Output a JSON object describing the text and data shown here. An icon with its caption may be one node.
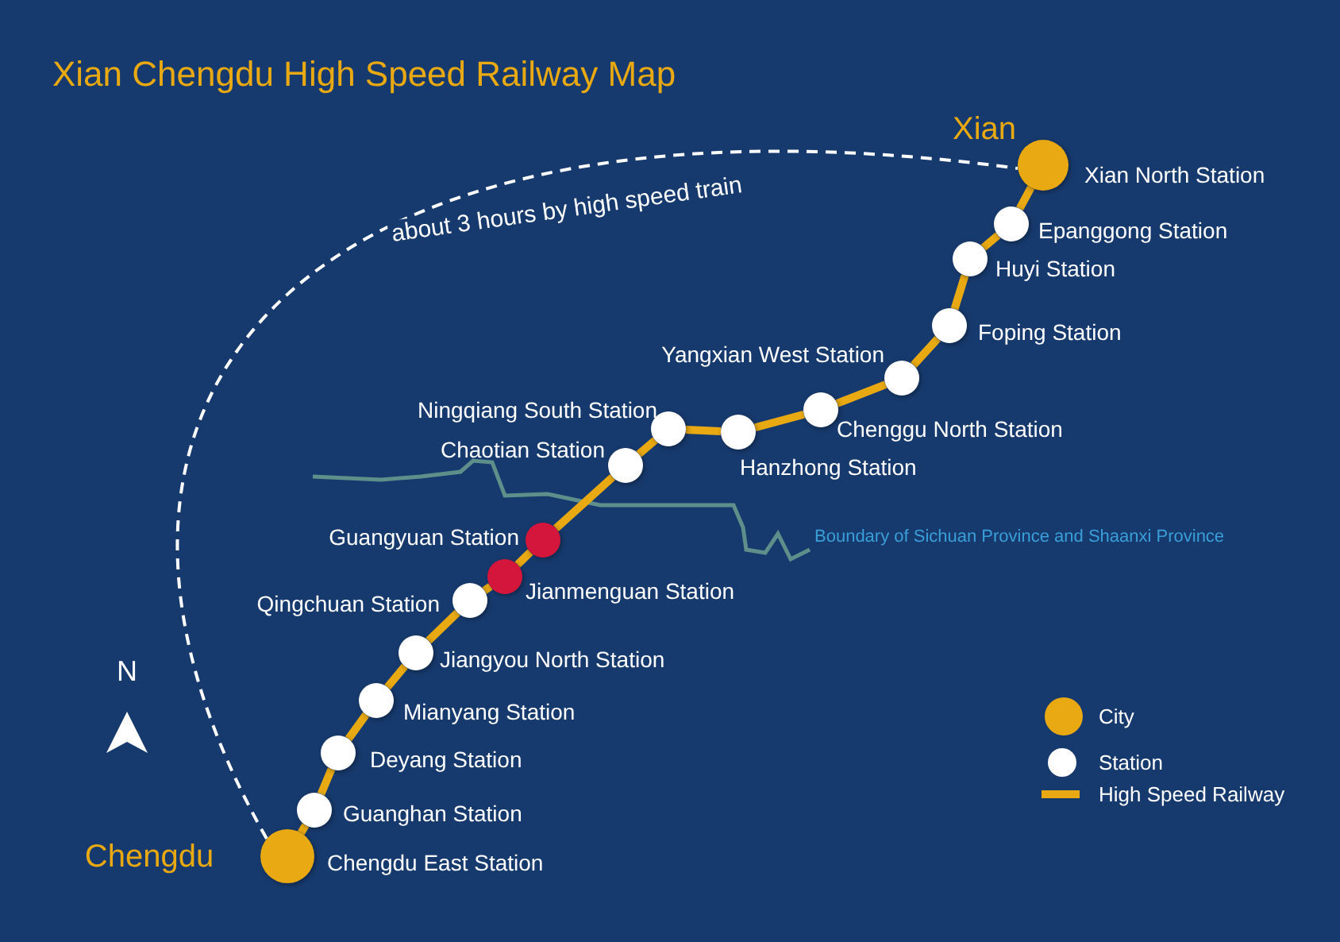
{
  "diagram": {
    "title": "Xian Chengdu High Speed Railway Map",
    "nodes": [
      {
        "text": [],
        "shape": "circle",
        "beside": [
          "Xian",
          "Xian North Station"
        ]
      },
      {
        "text": [],
        "shape": "circle",
        "beside": [
          "Epanggong Station"
        ]
      },
      {
        "text": [],
        "shape": "circle",
        "beside": [
          "Huyi Station"
        ]
      },
      {
        "text": [],
        "shape": "circle",
        "beside": [
          "Foping Station"
        ]
      },
      {
        "text": [],
        "shape": "circle",
        "beside": [
          "Yangxian West Station"
        ]
      },
      {
        "text": [],
        "shape": "circle",
        "beside": [
          "Chenggu North Station"
        ]
      },
      {
        "text": [],
        "shape": "circle",
        "beside": [
          "Hanzhong Station"
        ]
      },
      {
        "text": [],
        "shape": "circle",
        "beside": [
          "Ningqiang South Station"
        ]
      },
      {
        "text": [],
        "shape": "circle",
        "beside": [
          "Chaotian Station"
        ]
      },
      {
        "text": [],
        "shape": "circle",
        "beside": [
          "Guangyuan Station"
        ]
      },
      {
        "text": [],
        "shape": "circle",
        "beside": [
          "Jianmenguan Station"
        ]
      },
      {
        "text": [],
        "shape": "circle",
        "beside": [
          "Qingchuan Station"
        ]
      },
      {
        "text": [],
        "shape": "circle",
        "beside": [
          "Jiangyou North Station"
        ]
      },
      {
        "text": [],
        "shape": "circle",
        "beside": [
          "Mianyang Station"
        ]
      },
      {
        "text": [],
        "shape": "circle",
        "beside": [
          "Deyang Station"
        ]
      },
      {
        "text": [],
        "shape": "circle",
        "beside": [
          "Guanghan Station"
        ]
      },
      {
        "text": [],
        "shape": "circle",
        "beside": [
          "Chengdu",
          "Chengdu East Station"
        ]
      }
    ],
    "edges": [
      {
        "from": 0,
        "to": 1,
        "arrow": "none"
      },
      {
        "from": 1,
        "to": 2,
        "arrow": "none"
      },
      {
        "from": 2,
        "to": 3,
        "arrow": "none"
      },
      {
        "from": 3,
        "to": 4,
        "arrow": "none"
      },
      {
        "from": 4,
        "to": 5,
        "arrow": "none"
      },
      {
        "from": 5,
        "to": 6,
        "arrow": "none"
      },
      {
        "from": 6,
        "to": 7,
        "arrow": "none"
      },
      {
        "from": 7,
        "to": 8,
        "arrow": "none"
      },
      {
        "from": 8,
        "to": 9,
        "arrow": "none"
      },
      {
        "from": 9,
        "to": 10,
        "arrow": "none"
      },
      {
        "from": 10,
        "to": 11,
        "arrow": "none"
      },
      {
        "from": 11,
        "to": 12,
        "arrow": "none"
      },
      {
        "from": 12,
        "to": 13,
        "arrow": "none"
      },
      {
        "from": 13,
        "to": 14,
        "arrow": "none"
      },
      {
        "from": 14,
        "to": 15,
        "arrow": "none"
      },
      {
        "from": 15,
        "to": 16,
        "arrow": "none"
      },
      {
        "from": 16,
        "to": 0,
        "arrow": "none",
        "label": "about 3 hours by high speed train",
        "style": "dashed",
        "color": "#ffffff"
      }
    ],
    "labels": [
      "Boundary of Sichuan Province and Shaanxi Province",
      "N"
    ],
    "legend": [
      {
        "text": "City",
        "color": "#e8a912"
      },
      {
        "text": "Station",
        "color": "#ffffff"
      },
      {
        "text": "High Speed Railway"
      }
    ]
  }
}
